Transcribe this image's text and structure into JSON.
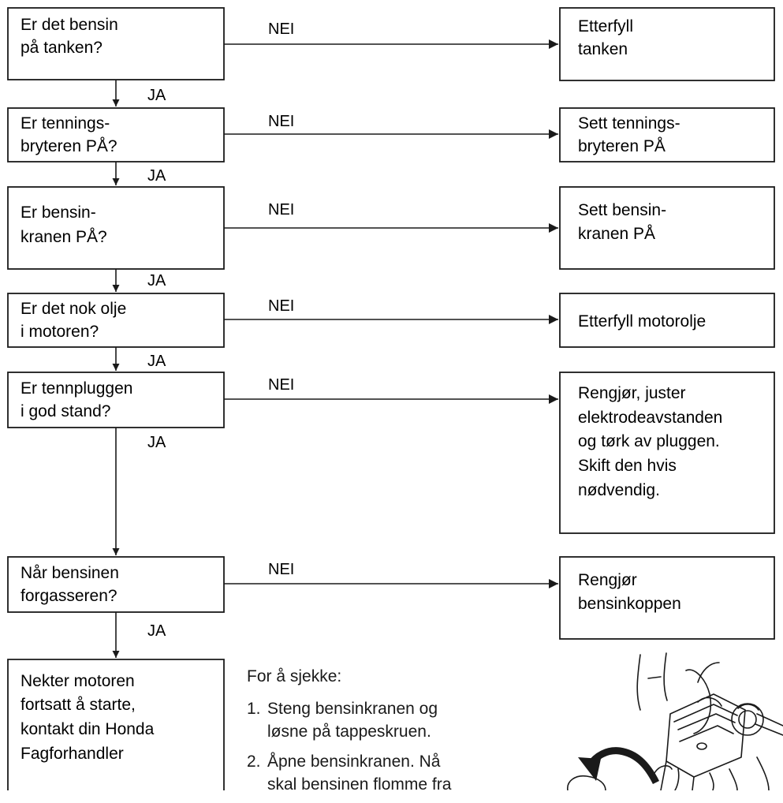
{
  "flow": {
    "yes_label": "JA",
    "no_label": "NEI",
    "steps": [
      {
        "question": [
          "Er det bensin",
          "på tanken?"
        ],
        "action": [
          "Etterfyll",
          "tanken"
        ]
      },
      {
        "question": [
          "Er tennings-",
          "bryteren PÅ?"
        ],
        "action": [
          "Sett tennings-",
          "bryteren PÅ"
        ]
      },
      {
        "question": [
          "Er bensin-",
          "kranen PÅ?"
        ],
        "action": [
          "Sett bensin-",
          "kranen PÅ"
        ]
      },
      {
        "question": [
          "Er det nok olje",
          "i motoren?"
        ],
        "action": [
          "Etterfyll motorolje"
        ]
      },
      {
        "question": [
          "Er tennpluggen",
          "i god stand?"
        ],
        "action": [
          "Rengjør, juster",
          "elektrodeavstanden",
          "og tørk av pluggen.",
          "Skift den hvis",
          "nødvendig."
        ]
      },
      {
        "question": [
          "Når bensinen",
          "forgasseren?"
        ],
        "action": [
          "Rengjør",
          "bensinkoppen"
        ]
      }
    ],
    "final": [
      "Nekter motoren",
      "fortsatt å starte,",
      "kontakt din Honda",
      "Fagforhandler"
    ]
  },
  "instructions": {
    "heading": "For å sjekke:",
    "items": [
      {
        "num": "1.",
        "lines": [
          "Steng bensinkranen og",
          "løsne på tappeskruen."
        ]
      },
      {
        "num": "2.",
        "lines": [
          "Åpne bensinkranen. Nå",
          "skal bensinen flomme fra"
        ]
      }
    ]
  },
  "illustration": {
    "icon": "carburetor-illustration-icon"
  }
}
